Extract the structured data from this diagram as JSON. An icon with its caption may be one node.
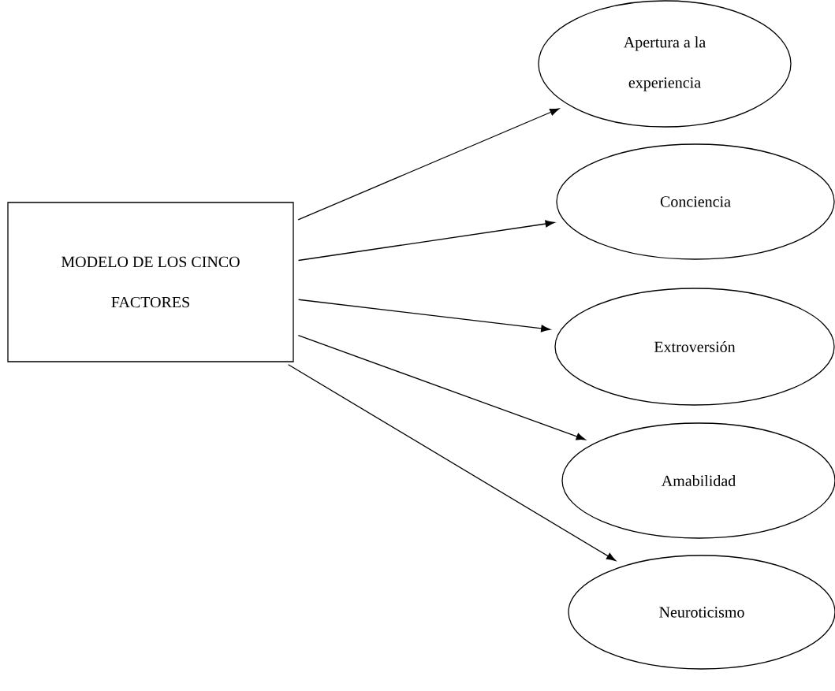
{
  "diagram": {
    "nodes": [
      {
        "text": [
          "MODELO DE LOS CINCO FACTORES"
        ]
      },
      {
        "text": [
          "Apertura a la experiencia"
        ]
      },
      {
        "text": [
          "Conciencia"
        ]
      },
      {
        "text": [
          "Extroversión"
        ]
      },
      {
        "text": [
          "Amabilidad"
        ]
      },
      {
        "text": [
          "Neuroticismo"
        ]
      }
    ],
    "edges": [
      {
        "from": 0,
        "to": 1,
        "arrow": "to"
      },
      {
        "from": 0,
        "to": 2,
        "arrow": "to"
      },
      {
        "from": 0,
        "to": 3,
        "arrow": "to"
      },
      {
        "from": 0,
        "to": 4,
        "arrow": "to"
      },
      {
        "from": 0,
        "to": 5,
        "arrow": "to"
      }
    ]
  }
}
